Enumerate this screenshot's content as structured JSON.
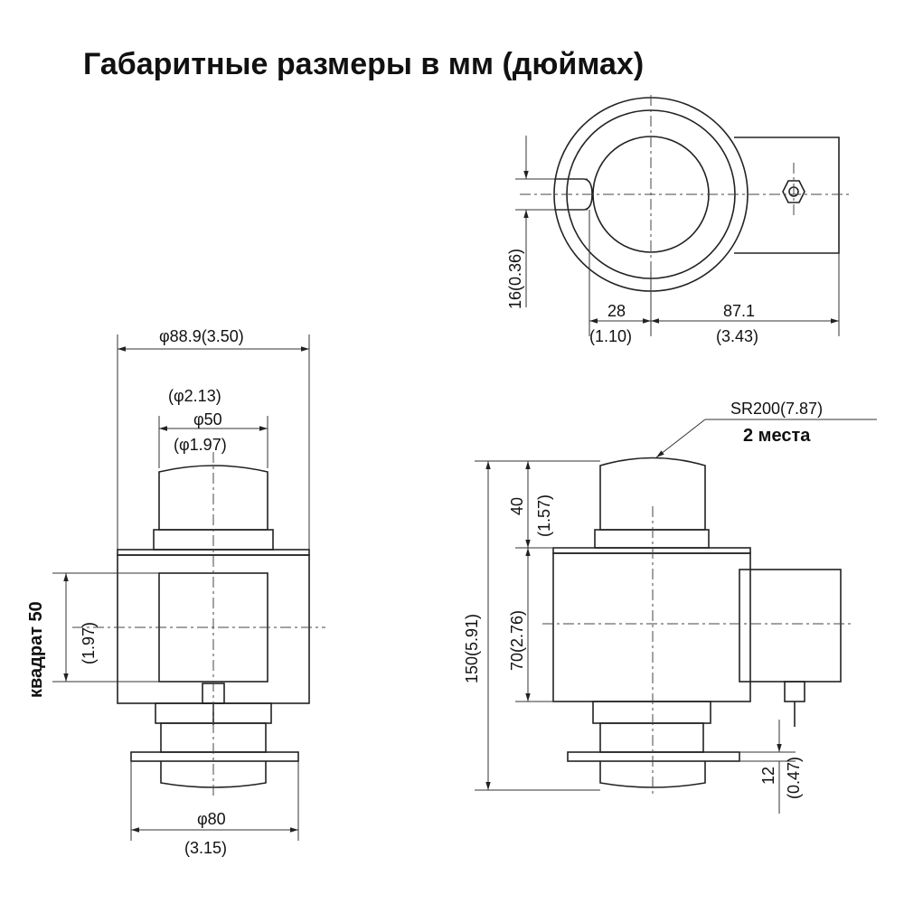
{
  "title": "Габаритные размеры в мм (дюймах)",
  "top_view": {
    "dim_16": "16(0.36)",
    "dim_28": "28",
    "dim_28_in": "(1.10)",
    "dim_87": "87.1",
    "dim_87_in": "(3.43)"
  },
  "front_view": {
    "dim_outer": "φ88.9(3.50)",
    "dim_213": "(φ2.13)",
    "dim_50": "φ50",
    "dim_197": "(φ1.97)",
    "dim_square": "квадрат 50",
    "dim_square_in": "(1.97)",
    "dim_80": "φ80",
    "dim_80_in": "(3.15)"
  },
  "side_view": {
    "sr": "SR200(7.87)",
    "sr_note": "2 места",
    "dim_40": "40",
    "dim_40_in": "(1.57)",
    "dim_150": "150(5.91)",
    "dim_70": "70(2.76)",
    "dim_12": "12",
    "dim_12_in": "(0.47)"
  }
}
